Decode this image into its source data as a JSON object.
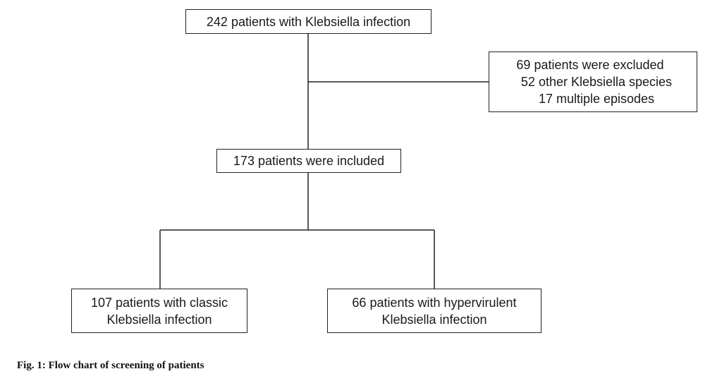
{
  "diagram": {
    "nodes": {
      "total": {
        "lines": [
          "242 patients with Klebsiella infection"
        ]
      },
      "excluded": {
        "lines": [
          "69 patients were excluded",
          "52 other Klebsiella species",
          "17 multiple episodes"
        ]
      },
      "included": {
        "lines": [
          "173 patients were included"
        ]
      },
      "classic": {
        "lines": [
          "107 patients with classic",
          "Klebsiella infection"
        ]
      },
      "hypervirulent": {
        "lines": [
          "66 patients with hypervirulent",
          "Klebsiella infection"
        ]
      }
    },
    "edges": [
      {
        "from": "total",
        "to": "included"
      },
      {
        "from": "total",
        "to": "excluded"
      },
      {
        "from": "included",
        "to": "classic"
      },
      {
        "from": "included",
        "to": "hypervirulent"
      }
    ]
  },
  "caption": "Fig. 1: Flow chart of screening of patients",
  "colors": {
    "line": "#222222",
    "text": "#1a1a1a",
    "background": "#ffffff"
  }
}
